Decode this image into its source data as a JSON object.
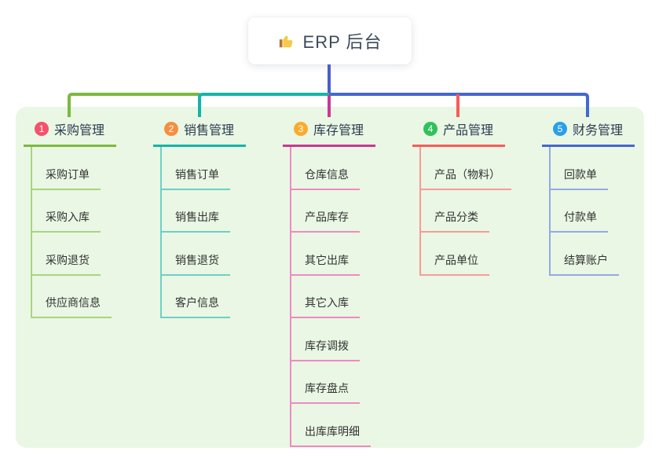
{
  "root": {
    "icon": "thumbs-up",
    "label": "ERP 后台"
  },
  "colors": {
    "panel_bg": "#e9f7e4",
    "root_connector": "#4a5ecb",
    "title_text": "#2c3c50",
    "item_text": "#333333"
  },
  "branches": [
    {
      "num": "1",
      "label": "采购管理",
      "badge_color": "#f5516c",
      "line_color": "#7cb93e",
      "subline_color": "#a9d47f",
      "items": [
        {
          "label": "采购订单"
        },
        {
          "label": "采购入库"
        },
        {
          "label": "采购退货"
        },
        {
          "label": "供应商信息"
        }
      ]
    },
    {
      "num": "2",
      "label": "销售管理",
      "badge_color": "#f78d3f",
      "line_color": "#13b5a9",
      "subline_color": "#6fcfc7",
      "items": [
        {
          "label": "销售订单"
        },
        {
          "label": "销售出库"
        },
        {
          "label": "销售退货"
        },
        {
          "label": "客户信息"
        }
      ]
    },
    {
      "num": "3",
      "label": "库存管理",
      "badge_color": "#fbab2c",
      "line_color": "#cb3794",
      "subline_color": "#ee8ac2",
      "items": [
        {
          "label": "仓库信息"
        },
        {
          "label": "产品库存"
        },
        {
          "label": "其它出库"
        },
        {
          "label": "其它入库"
        },
        {
          "label": "库存调拨"
        },
        {
          "label": "库存盘点"
        },
        {
          "label": "出库库明细"
        }
      ]
    },
    {
      "num": "4",
      "label": "产品管理",
      "badge_color": "#2fc25b",
      "line_color": "#fa5b58",
      "subline_color": "#f99b98",
      "items": [
        {
          "label": "产品（物料）"
        },
        {
          "label": "产品分类"
        },
        {
          "label": "产品单位"
        }
      ]
    },
    {
      "num": "5",
      "label": "财务管理",
      "badge_color": "#2a9fe5",
      "line_color": "#4467d2",
      "subline_color": "#93a9e6",
      "items": [
        {
          "label": "回款单"
        },
        {
          "label": "付款单"
        },
        {
          "label": "结算账户"
        }
      ]
    }
  ]
}
